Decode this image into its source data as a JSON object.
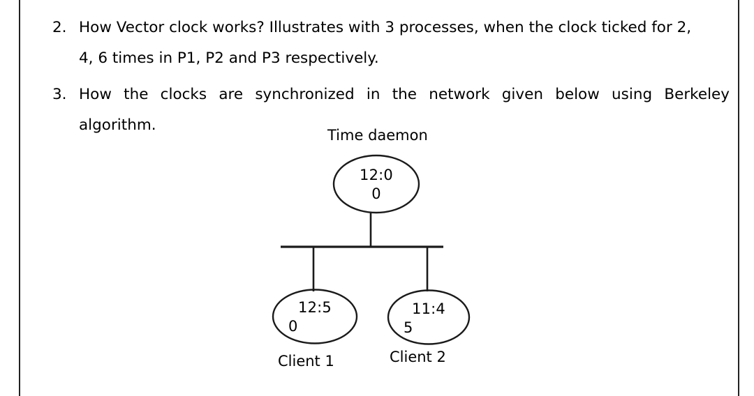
{
  "page": {
    "background_color": "#ffffff",
    "text_color": "#000000",
    "border_color": "#222222"
  },
  "questions": [
    {
      "number": "2.",
      "lines": [
        "How Vector clock works?  Illustrates with 3 processes, when the clock ticked for 2,",
        "4, 6 times in P1, P2 and P3 respectively."
      ]
    },
    {
      "number": "3.",
      "lines": [
        "How the clocks are synchronized in the network given below using Berkeley",
        "algorithm."
      ]
    }
  ],
  "diagram": {
    "type": "network-bus-topology",
    "title": "Berkeley algorithm clock synchronization network",
    "stroke_color": "#1a1a1a",
    "nodes": [
      {
        "id": "time-daemon",
        "label": "Time daemon",
        "clock_full": "12:00",
        "clock_visible_line1": "12:0",
        "clock_visible_line2": "0",
        "shape": "ellipse"
      },
      {
        "id": "client-1",
        "label": "Client 1",
        "clock_full": "12:50",
        "clock_visible_line1": "12:5",
        "clock_visible_line2": "0",
        "shape": "ellipse"
      },
      {
        "id": "client-2",
        "label": "Client 2",
        "clock_full": "11:45",
        "clock_visible_line1": "11:4",
        "clock_visible_line2": "5",
        "shape": "ellipse"
      }
    ]
  }
}
